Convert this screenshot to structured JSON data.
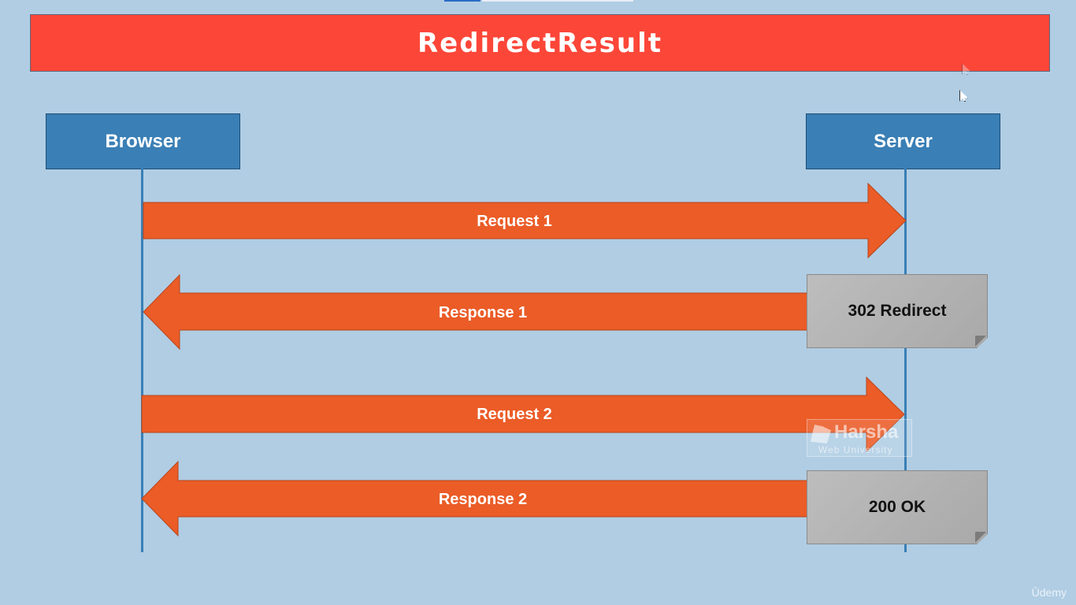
{
  "title": "RedirectResult",
  "actors": {
    "browser": "Browser",
    "server": "Server"
  },
  "messages": [
    {
      "label": "Request 1",
      "direction": "browser-to-server"
    },
    {
      "label": "Response 1",
      "direction": "server-to-browser"
    },
    {
      "label": "Request 2",
      "direction": "browser-to-server"
    },
    {
      "label": "Response 2",
      "direction": "server-to-browser"
    }
  ],
  "notes": [
    {
      "text": "302 Redirect",
      "attached_to": "Response 1"
    },
    {
      "text": "200 OK",
      "attached_to": "Response 2"
    }
  ],
  "watermark": {
    "name": "Harsha",
    "subtitle": "Web University"
  },
  "platform_mark": "Ūdemy",
  "colors": {
    "background": "#b0cde4",
    "title_bar": "#fc4638",
    "actor_box": "#3a7fb5",
    "arrow": "#eb5c27",
    "note": "#b3b3b3"
  }
}
